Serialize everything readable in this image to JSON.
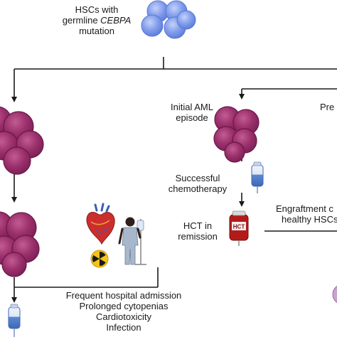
{
  "diagram": {
    "hsc_label": {
      "line1": "HSCs with",
      "line2_prefix": "germline ",
      "line2_gene": "CEBPA",
      "line3": "mutation"
    },
    "initial_aml_label": {
      "line1": "Initial AML",
      "line2": "episode"
    },
    "pre_label_partial": "Pre",
    "chemo_label": {
      "line1": "Successful",
      "line2": "chemotherapy"
    },
    "hct_label": {
      "line1": "HCT in",
      "line2": "remission"
    },
    "hct_bag_text": "HCT",
    "engraftment_label": {
      "line1": "Engraftment c",
      "line2": "healthy HSCs"
    },
    "complications": [
      "Frequent hospital admission",
      "Prolonged cytopenias",
      "Cardiotoxicity",
      "Infection"
    ],
    "colors": {
      "line": "#1a1a1a",
      "hsc_blue": "#6f8fe8",
      "hsc_blue_light": "#a9bdf5",
      "aml_purple": "#8e2a63",
      "aml_purple_light": "#b24e86",
      "bag_blue": "#4a78c8",
      "blood_red": "#b31b1b",
      "radiation_yellow": "#f4c21a"
    },
    "icons": [
      "hsc-cluster-icon",
      "aml-cell-cluster-icon",
      "iv-bag-icon",
      "blood-bag-icon",
      "heart-icon",
      "radiation-icon",
      "patient-iv-icon"
    ]
  }
}
